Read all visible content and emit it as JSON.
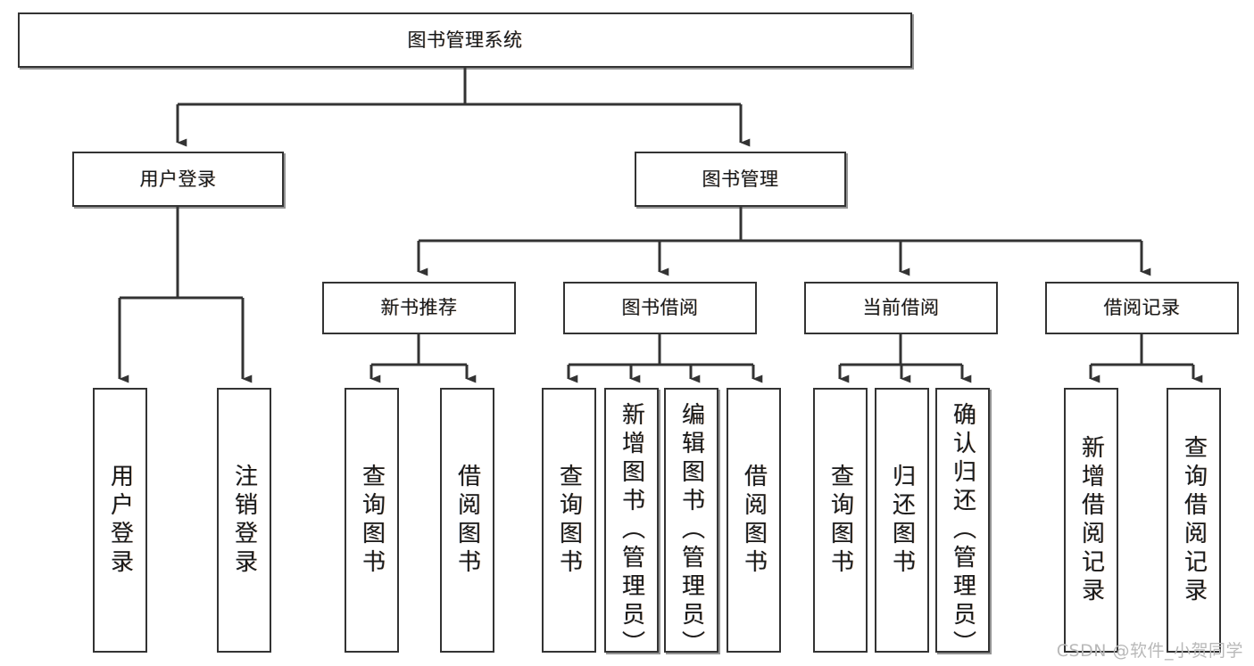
{
  "diagram": {
    "type": "tree-hierarchy",
    "title": "图书管理系统",
    "watermark": "CSDN @软件_小贺同学",
    "colors": {
      "box_border": "#333333",
      "box_fill": "#ffffff",
      "connector": "#333333",
      "page_background": "#ffffff",
      "watermark": "#b9b9b9"
    },
    "levels": [
      {
        "level": 1,
        "nodes": [
          {
            "id": "root",
            "label": "图书管理系统",
            "orientation": "horizontal"
          }
        ]
      },
      {
        "level": 2,
        "nodes": [
          {
            "id": "login",
            "label": "用户登录",
            "orientation": "horizontal",
            "parent": "root"
          },
          {
            "id": "bookmgmt",
            "label": "图书管理",
            "orientation": "horizontal",
            "parent": "root"
          }
        ]
      },
      {
        "level": 3,
        "nodes": [
          {
            "id": "newbook",
            "label": "新书推荐",
            "orientation": "horizontal",
            "parent": "bookmgmt"
          },
          {
            "id": "borrow",
            "label": "图书借阅",
            "orientation": "horizontal",
            "parent": "bookmgmt"
          },
          {
            "id": "current",
            "label": "当前借阅",
            "orientation": "horizontal",
            "parent": "bookmgmt"
          },
          {
            "id": "records",
            "label": "借阅记录",
            "orientation": "horizontal",
            "parent": "bookmgmt"
          }
        ]
      },
      {
        "level": 4,
        "nodes": [
          {
            "id": "leaf-1",
            "label": "用户登录",
            "orientation": "vertical",
            "parent": "login"
          },
          {
            "id": "leaf-2",
            "label": "注销登录",
            "orientation": "vertical",
            "parent": "login"
          },
          {
            "id": "leaf-3",
            "label": "查询图书",
            "orientation": "vertical",
            "parent": "newbook"
          },
          {
            "id": "leaf-4",
            "label": "借阅图书",
            "orientation": "vertical",
            "parent": "newbook"
          },
          {
            "id": "leaf-5",
            "label": "查询图书",
            "orientation": "vertical",
            "parent": "borrow"
          },
          {
            "id": "leaf-6",
            "label": "新增图书（管理员）",
            "orientation": "vertical",
            "parent": "borrow"
          },
          {
            "id": "leaf-7",
            "label": "编辑图书（管理员）",
            "orientation": "vertical",
            "parent": "borrow"
          },
          {
            "id": "leaf-8",
            "label": "借阅图书",
            "orientation": "vertical",
            "parent": "borrow"
          },
          {
            "id": "leaf-9",
            "label": "查询图书",
            "orientation": "vertical",
            "parent": "current"
          },
          {
            "id": "leaf-10",
            "label": "归还图书",
            "orientation": "vertical",
            "parent": "current"
          },
          {
            "id": "leaf-11",
            "label": "确认归还（管理员）",
            "orientation": "vertical",
            "parent": "current"
          },
          {
            "id": "leaf-12",
            "label": "新增借阅记录",
            "orientation": "vertical",
            "parent": "records"
          },
          {
            "id": "leaf-13",
            "label": "查询借阅记录",
            "orientation": "vertical",
            "parent": "records"
          }
        ]
      }
    ]
  }
}
